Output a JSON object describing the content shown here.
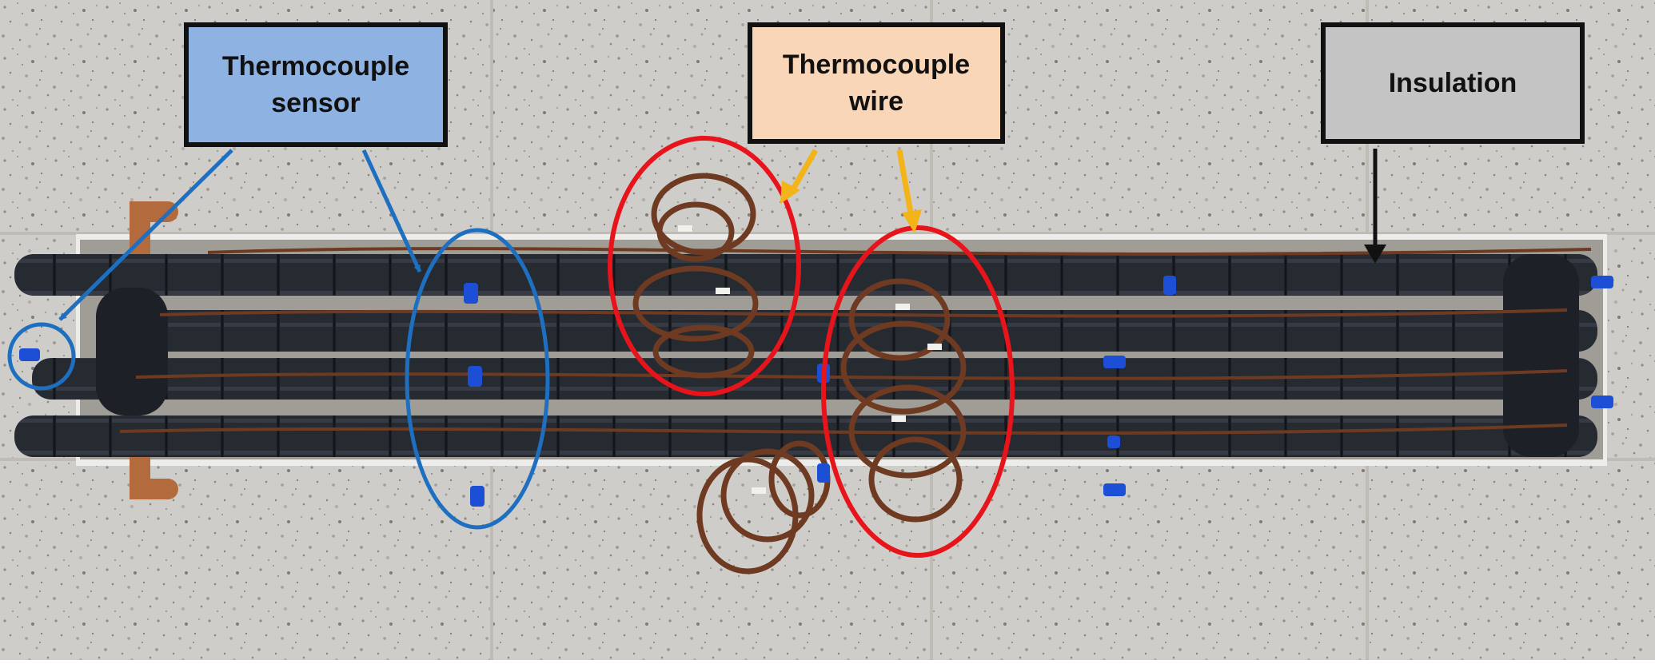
{
  "labels": {
    "sensor": "Thermocouple\nsensor",
    "wire": "Thermocouple\nwire",
    "insulation": "Insulation"
  },
  "colors": {
    "sensor_box": "#8eb3e3",
    "sensor_annotation": "#1f6fc0",
    "wire_box": "#f9d6b8",
    "wire_arrow": "#f2b418",
    "wire_circle": "#e8141b",
    "insulation_box": "#c4c4c4",
    "insulation_arrow": "#111111",
    "floor": "#cfcdc9",
    "pipe": "#262a31",
    "copper_wire": "#6e3a22",
    "sensor_cap": "#1c4fd6"
  }
}
